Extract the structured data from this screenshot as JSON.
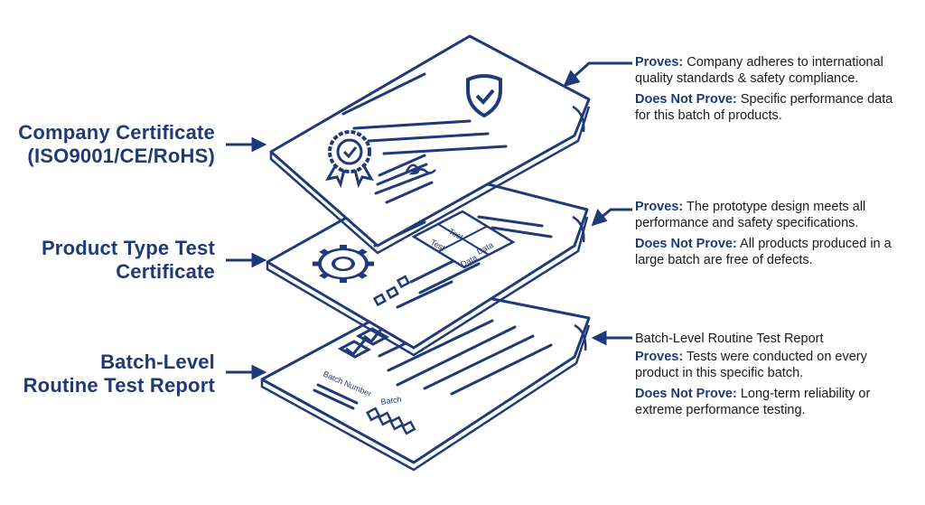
{
  "colors": {
    "navy": "#1f3a78",
    "paper": "#ffffff",
    "text": "#1a1a1a"
  },
  "left_labels": {
    "company": {
      "line1": "Company Certificate",
      "line2": "(ISO9001/CE/RoHS)"
    },
    "product": {
      "line1": "Product Type Test",
      "line2": "Certificate"
    },
    "batch": {
      "line1": "Batch-Level",
      "line2": "Routine Test Report"
    }
  },
  "notes": {
    "company": {
      "proves_key": "Proves:",
      "proves_text": "Company adheres to international quality standards & safety compliance.",
      "not_key": "Does Not Prove:",
      "not_text": "Specific performance data for this batch of products."
    },
    "product": {
      "proves_key": "Proves:",
      "proves_text": "The prototype design meets all performance and safety specifications.",
      "not_key": "Does Not Prove:",
      "not_text": "All products produced in a large batch are free of defects."
    },
    "batch": {
      "title": "Batch-Level Routine Test Report",
      "proves_key": "Proves:",
      "proves_text": "Tests were conducted on every product in this specific batch.",
      "not_key": "Does Not Prove:",
      "not_text": "Long-term reliability or extreme performance testing."
    }
  },
  "doc_text": {
    "table_test_1": "Test",
    "table_test_2": "Test",
    "table_data_1": "Data",
    "table_data_2": "Data",
    "batch_number": "Batch Number",
    "batch": "Batch"
  },
  "icons": [
    "shield-check-icon",
    "award-seal-icon",
    "signature-icon",
    "gear-icon",
    "checkbox-icon",
    "arrow-icon"
  ]
}
